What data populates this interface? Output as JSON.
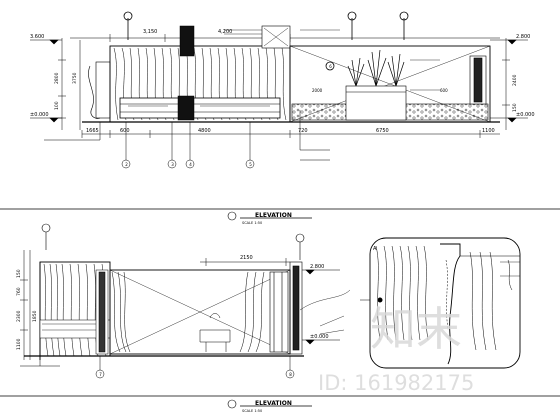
{
  "upper_drawing": {
    "title": "ELEVATION",
    "scale": "SCALE 1:50",
    "top_dims": [
      "3,150",
      "4,200"
    ],
    "left_levels": [
      "3.600",
      "±0.000"
    ],
    "right_levels": [
      "2.800",
      "±0.000"
    ],
    "vertical_dims": [
      "2800",
      "3750",
      "2400",
      "100",
      "150"
    ],
    "bottom_dims": [
      "1665",
      "600",
      "4800",
      "720",
      "6750",
      "1100"
    ],
    "inner_marks": [
      "2000",
      "600"
    ],
    "section_markers": [
      "2",
      "3",
      "4",
      "5",
      "6"
    ]
  },
  "lower_drawing": {
    "title": "ELEVATION",
    "scale": "SCALE 1:50",
    "levels": [
      "2.800",
      "±0.000"
    ],
    "top_dims": [
      "2150"
    ],
    "left_dims": [
      "150",
      "760",
      "2300",
      "1850",
      "1100"
    ],
    "section_markers": [
      "7",
      "8"
    ]
  },
  "detail_callout": {
    "label": "A"
  },
  "watermark": {
    "text": "知末",
    "id_text": "ID: 161982175"
  }
}
